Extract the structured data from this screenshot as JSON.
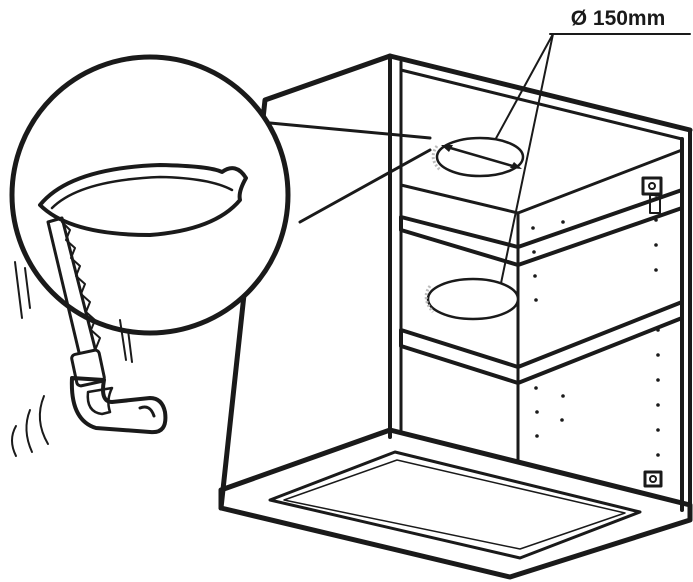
{
  "annotation": {
    "diameter_label": "Ø 150mm"
  },
  "figure": {
    "subject": "wall-cabinet-shelf-cutout",
    "tool": "jigsaw-icon",
    "hole_count": 2
  },
  "colors": {
    "ink": "#1a1a1a",
    "paper": "#ffffff",
    "hole_shade": "#bbbbbb"
  }
}
